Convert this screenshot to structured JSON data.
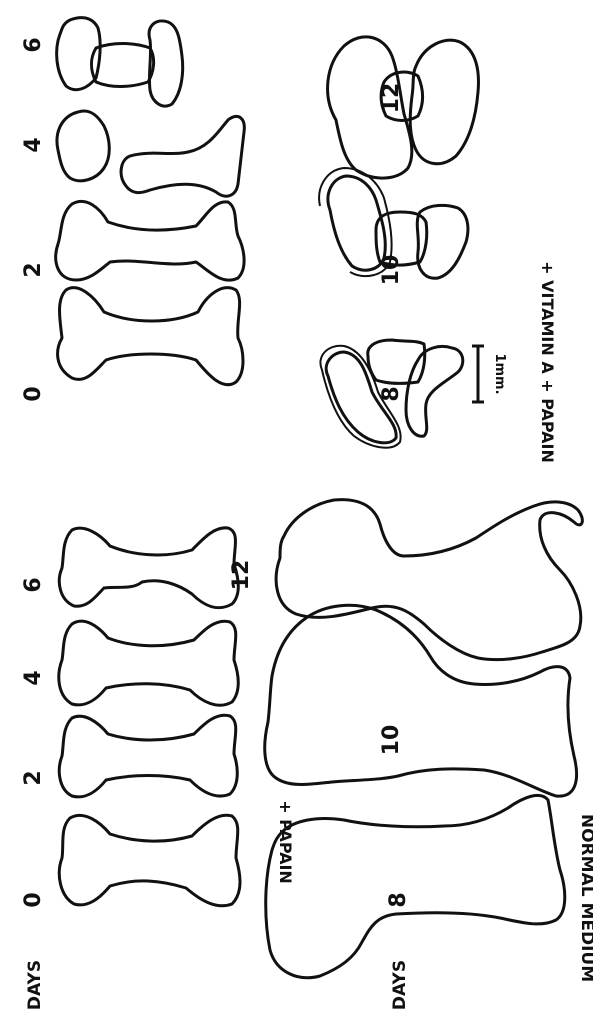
{
  "groups": {
    "papain": {
      "title": "+ PAPAIN",
      "days_label": "DAYS",
      "days": [
        "0",
        "2",
        "4",
        "6"
      ]
    },
    "vitamin_papain": {
      "title": "+ VITAMIN A + PAPAIN",
      "days_top": [
        "0",
        "2",
        "4",
        "6"
      ],
      "days_bottom": [
        "8",
        "10",
        "12"
      ]
    },
    "normal": {
      "title": "NORMAL MEDIUM",
      "days_label": "DAYS",
      "days": [
        "8",
        "10",
        "12"
      ]
    }
  },
  "scale_bar": {
    "label": "1mm."
  }
}
